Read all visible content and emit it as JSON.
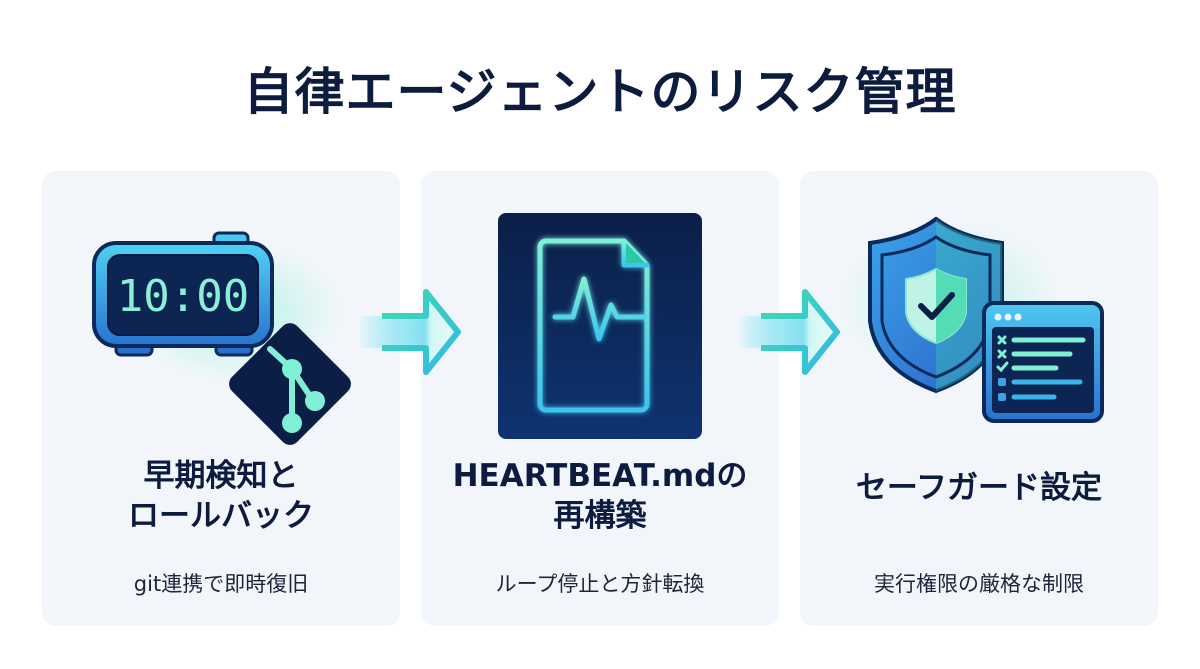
{
  "title": "自律エージェントのリスク管理",
  "colors": {
    "title": "#0d1b3e",
    "card_bg": "#f2f6fa",
    "navy": "#0b1e45",
    "cyan": "#3cc8e8",
    "mint": "#6fe3c0",
    "blue": "#2a7fd4"
  },
  "cards": [
    {
      "heading_lines": [
        "早期検知と",
        "ロールバック"
      ],
      "subtitle": "git連携で即時復旧",
      "icon": "alarm-clock-git-icon",
      "clock_display": "10:00"
    },
    {
      "heading_lines": [
        "HEARTBEAT.mdの",
        "再構築"
      ],
      "subtitle": "ループ停止と方針転換",
      "icon": "heartbeat-document-icon"
    },
    {
      "heading_lines": [
        "セーフガード設定"
      ],
      "subtitle": "実行権限の厳格な制限",
      "icon": "shield-checklist-icon"
    }
  ],
  "arrows": [
    "arrow-right-icon",
    "arrow-right-icon"
  ]
}
